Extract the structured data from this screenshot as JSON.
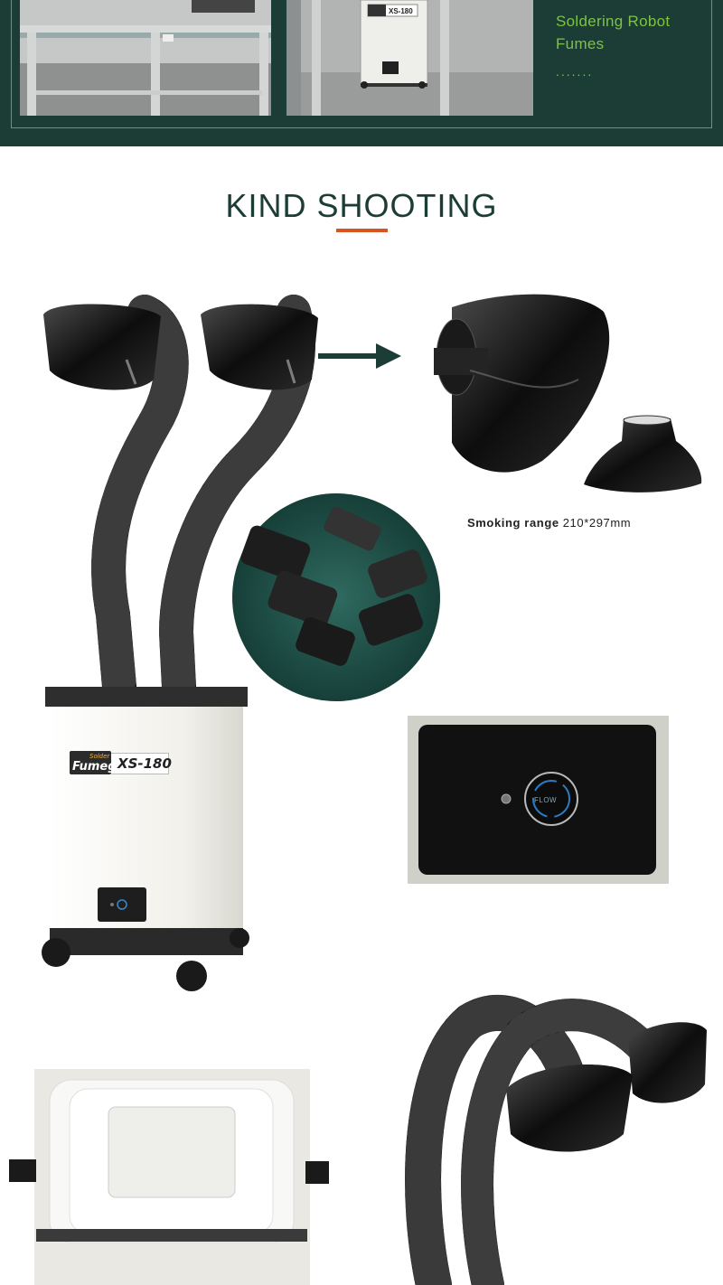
{
  "top_band": {
    "caption_line1": "Soldering Robot",
    "caption_line2": "Fumes",
    "caption_dots": ".......",
    "photo_unit_label": "XS-180"
  },
  "section": {
    "title": "KIND SHOOTING"
  },
  "hood_detail": {
    "smoking_range_label": "Smoking range",
    "smoking_range_value": "210*297mm"
  },
  "product": {
    "brand_small": "Solder",
    "brand_name": "Fumego",
    "model": "XS-180"
  },
  "control_panel": {
    "button_label": "FLOW"
  },
  "colors": {
    "band": "#1c3d36",
    "accent": "#d9541f",
    "caption": "#7ec243"
  }
}
